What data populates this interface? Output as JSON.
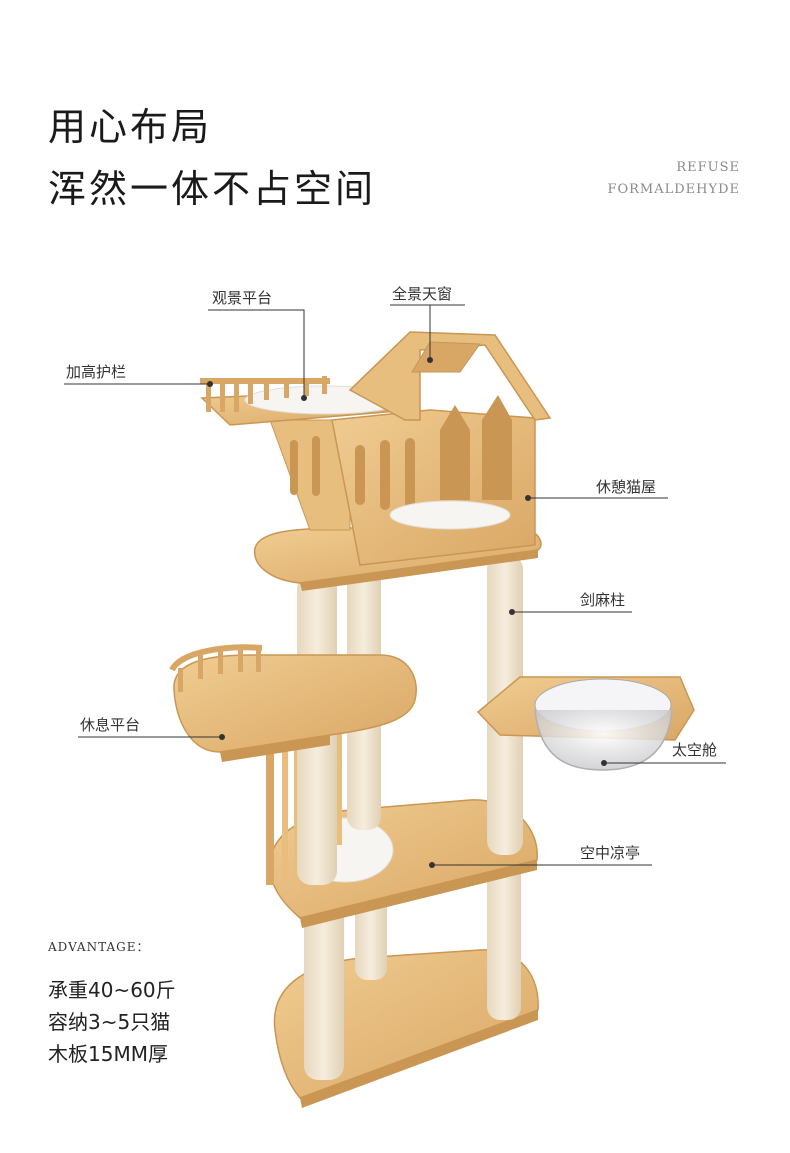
{
  "headline": {
    "line1": "用心布局",
    "line2": "浑然一体不占空间"
  },
  "tagline": {
    "line1": "REFUSE",
    "line2": "FORMALDEHYDE"
  },
  "callouts": {
    "viewing_platform": "观景平台",
    "panoramic_skylight": "全景天窗",
    "raised_guardrail": "加高护栏",
    "rest_cat_house": "休憩猫屋",
    "sisal_post": "剑麻柱",
    "rest_platform": "休息平台",
    "space_capsule": "太空舱",
    "sky_pavilion": "空中凉亭"
  },
  "advantage": {
    "heading": "ADVANTAGE：",
    "items": [
      "承重40~60斤",
      "容纳3~5只猫",
      "木板15MM厚"
    ]
  },
  "colors": {
    "wood": "#e8be7f",
    "wood_dark": "#c99654",
    "sisal": "#f1e6d2",
    "cushion": "#f7f5f2",
    "line": "#333333"
  }
}
